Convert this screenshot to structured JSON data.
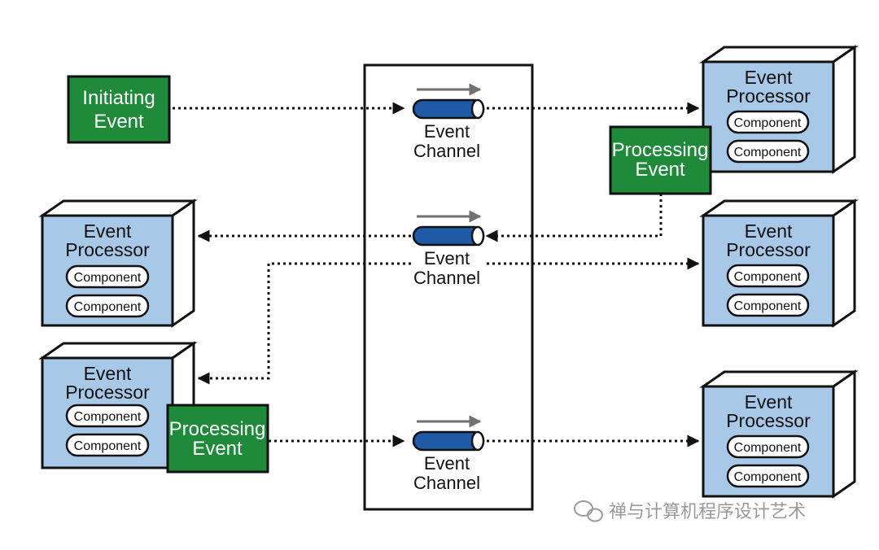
{
  "initiating_event": {
    "line1": "Initiating",
    "line2": "Event"
  },
  "event_channel": {
    "line1": "Event",
    "line2": "Channel"
  },
  "event_processor": {
    "line1": "Event",
    "line2": "Processor",
    "component": "Component"
  },
  "processing_event": {
    "line1": "Processing",
    "line2": "Event"
  },
  "watermark": {
    "text": "禅与计算机程序设计艺术"
  },
  "colors": {
    "green": "#1e8a3a",
    "processor_fill": "#a8c8e8",
    "channel_blue": "#1f5aa6",
    "arrow_gray": "#707070",
    "line_black": "#111111"
  }
}
